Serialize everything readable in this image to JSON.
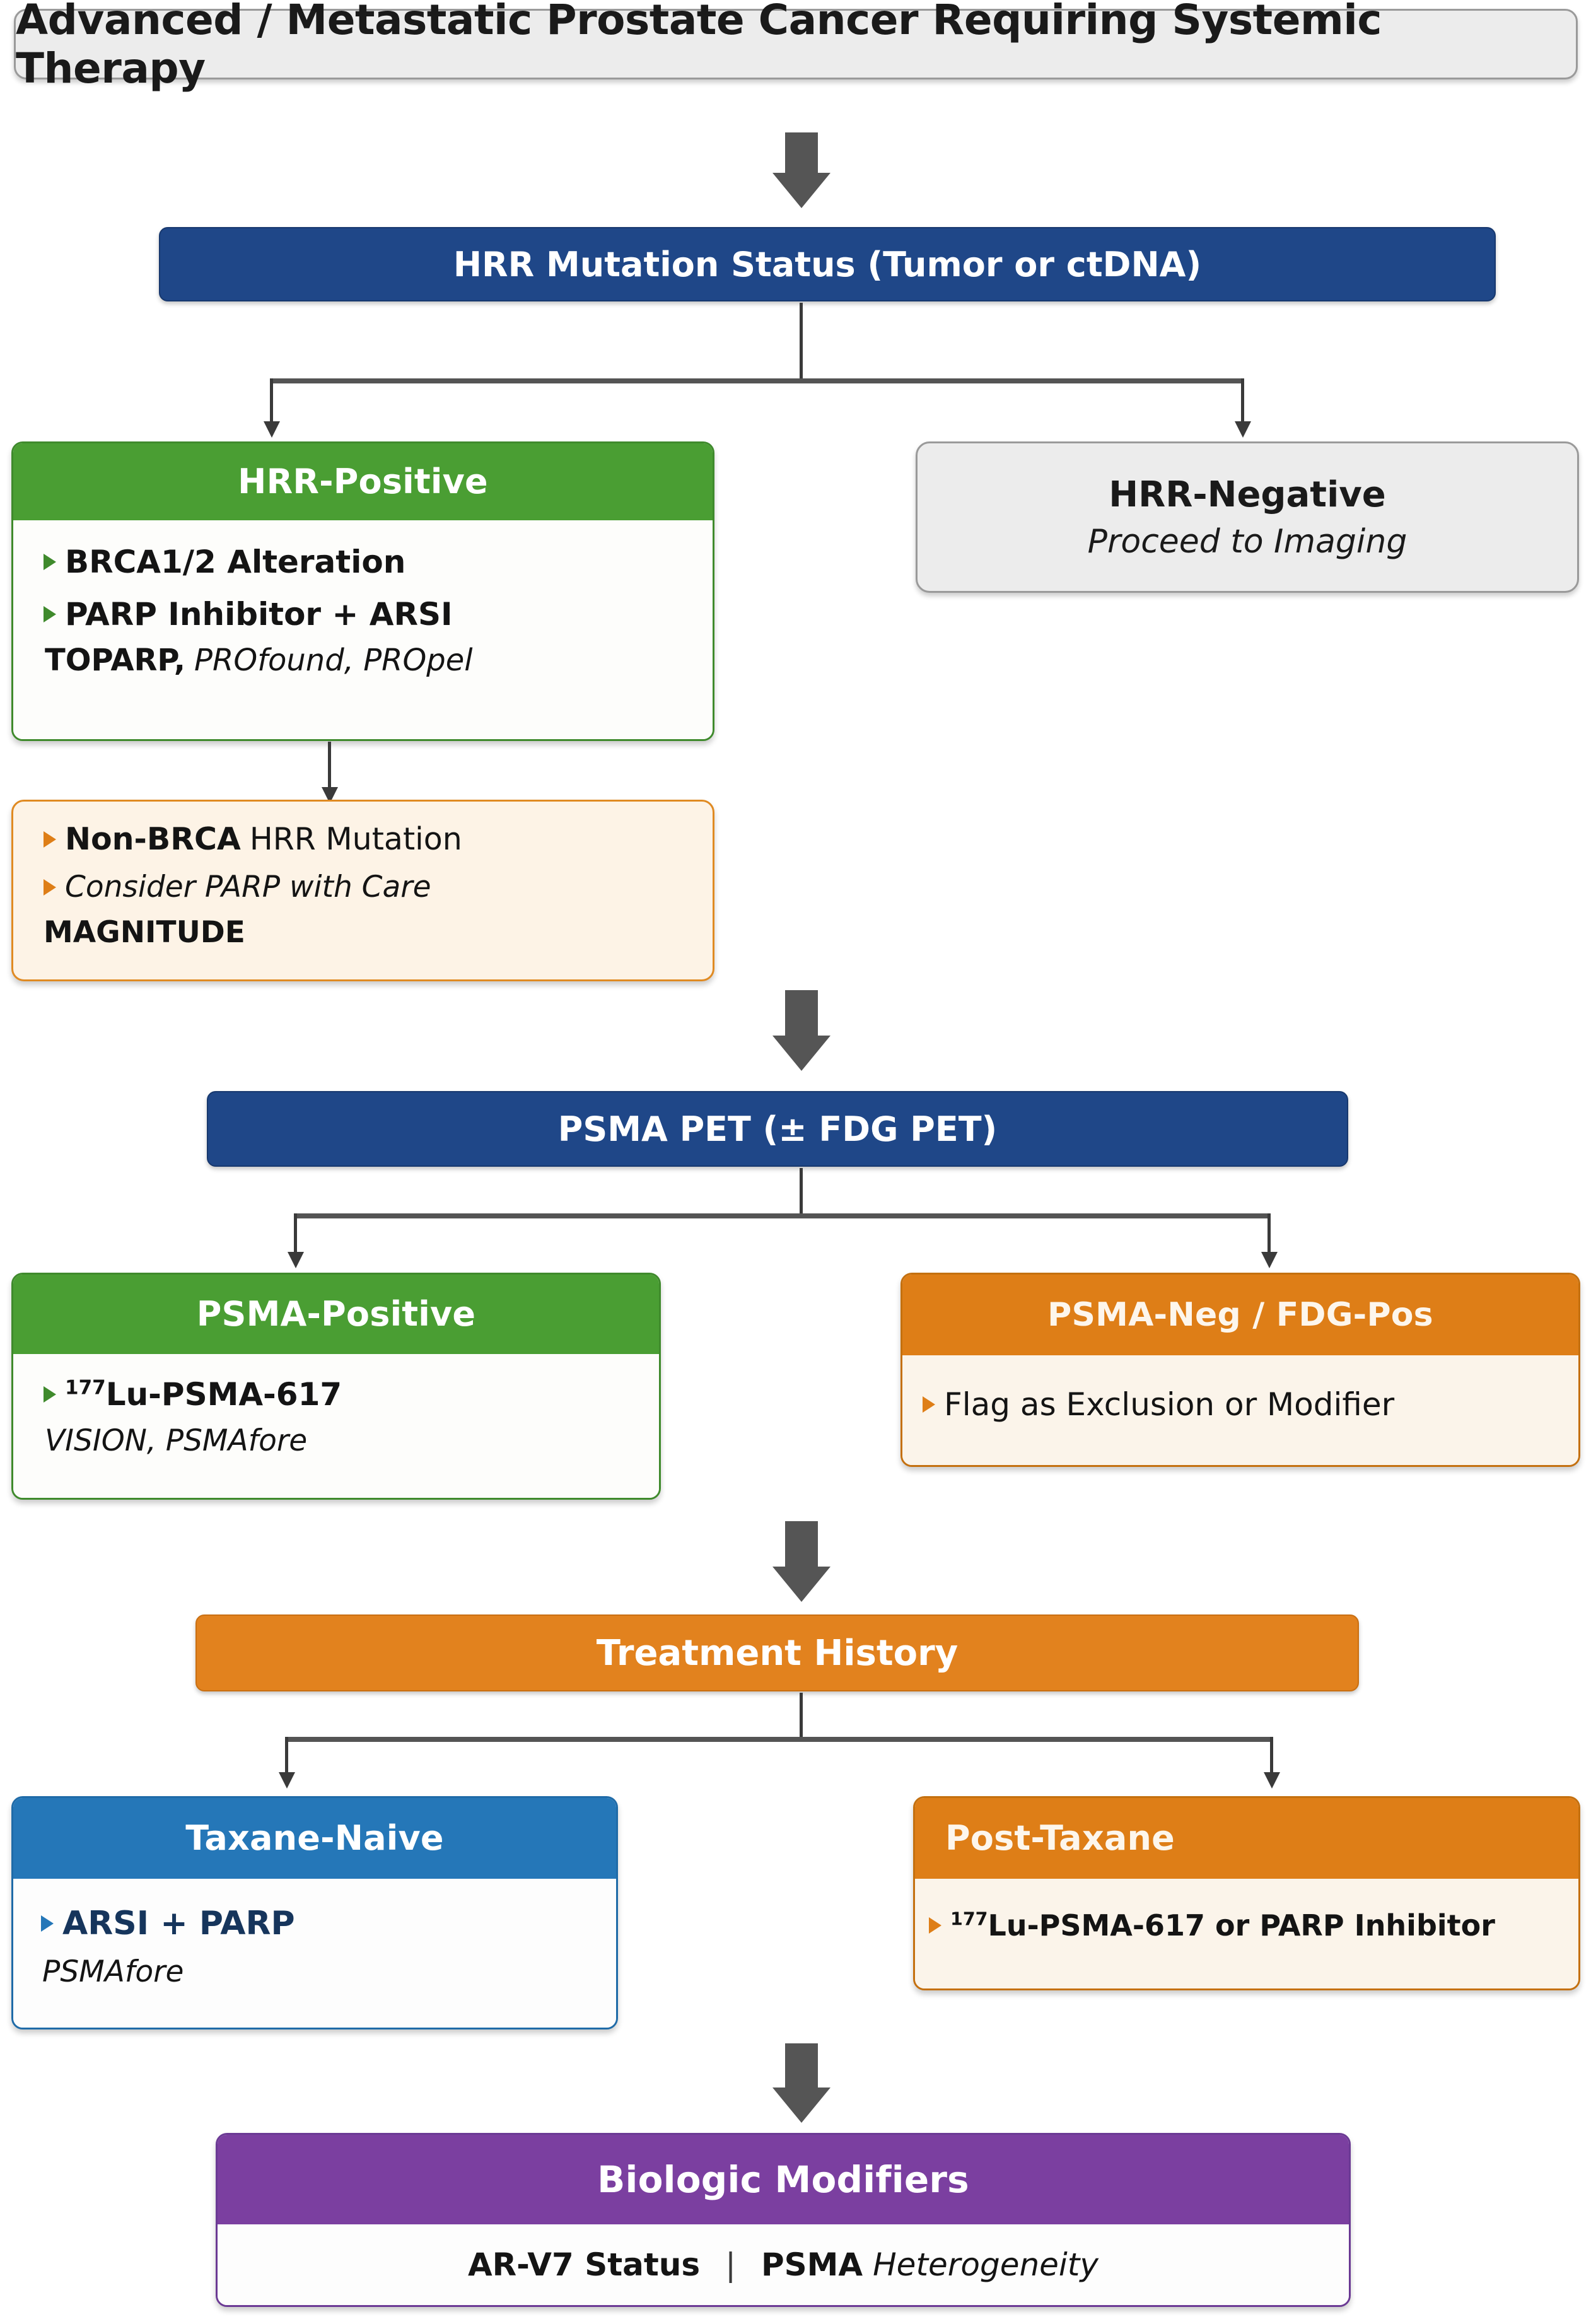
{
  "diagram": {
    "title": "Advanced / Metastatic Prostate Cancer Requiring Systemic Therapy",
    "type": "clinical-decision-flowchart",
    "colors": {
      "navy": "#1f4788",
      "green": "#4a9e33",
      "orange": "#de7e17",
      "blue": "#2577b8",
      "purple": "#7b3fa0",
      "grey": "#ececec",
      "cream": "#fdf3e6",
      "connector": "#3a3a3a",
      "block_arrow": "#555555"
    }
  },
  "nodes": {
    "start": {
      "label": "Advanced / Metastatic Prostate Cancer Requiring Systemic Therapy"
    },
    "hrr_status": {
      "label": "HRR Mutation Status (Tumor or ctDNA)"
    },
    "hrr_positive": {
      "header": "HRR-Positive",
      "bullets": [
        "BRCA1/2 Alteration",
        "PARP Inhibitor + ARSI"
      ],
      "trials_plain": "TOPARP,",
      "trials_italic": "PROfound, PROpel"
    },
    "hrr_negative": {
      "header": "HRR-Negative",
      "subtitle": "Proceed to Imaging"
    },
    "non_brca": {
      "bullet_1_bold": "Non-BRCA",
      "bullet_1_rest": "HRR Mutation",
      "bullet_2": "Consider PARP with Care",
      "trial": "MAGNITUDE"
    },
    "psma_pet": {
      "label": "PSMA PET (± FDG PET)"
    },
    "psma_positive": {
      "header": "PSMA-Positive",
      "bullet_sup": "177",
      "bullet_text": "Lu-PSMA-617",
      "trials": "VISION, PSMAfore"
    },
    "psma_neg_fdg_pos": {
      "header": "PSMA-Neg / FDG-Pos",
      "bullet": "Flag as Exclusion or Modifier"
    },
    "treatment_history": {
      "label": "Treatment History"
    },
    "taxane_naive": {
      "header": "Taxane-Naive",
      "bullet": "ARSI + PARP",
      "trials": "PSMAfore"
    },
    "post_taxane": {
      "header": "Post-Taxane",
      "bullet_sup": "177",
      "bullet_text": "Lu-PSMA-617 or PARP Inhibitor"
    },
    "biologic_modifiers": {
      "header": "Biologic Modifiers",
      "item_1": "AR-V7 Status",
      "separator": "|",
      "item_2_plain": "PSMA",
      "item_2_italic": "Heterogeneity"
    }
  }
}
